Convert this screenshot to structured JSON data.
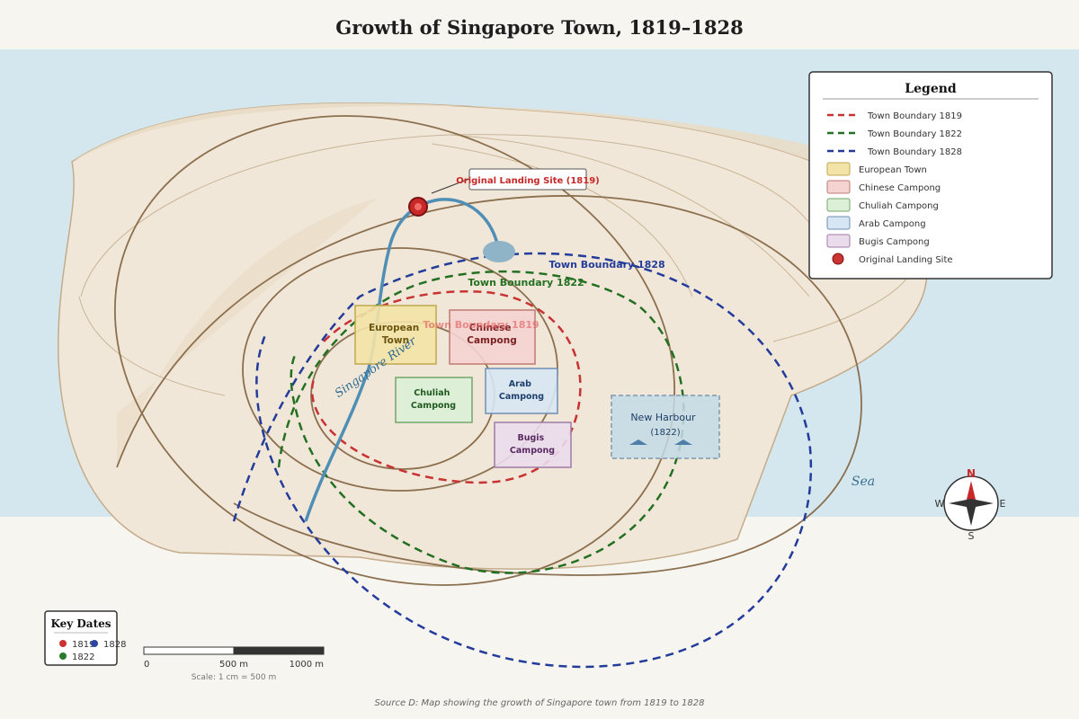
{
  "title": "Growth of Singapore Town, 1819–1828",
  "labels": {
    "landing_site": "Original Landing Site (1819)",
    "boundary_1828": "Town Boundary 1828",
    "boundary_1822": "Town Boundary 1822",
    "boundary_1819": "Town Boundary 1819",
    "river": "Singapore River",
    "sea": "Sea"
  },
  "districts": {
    "european": [
      "European",
      "Town"
    ],
    "chinese": [
      "Chinese",
      "Campong"
    ],
    "chuliah": [
      "Chuliah",
      "Campong"
    ],
    "arab": [
      "Arab",
      "Campong"
    ],
    "bugis": [
      "Bugis",
      "Campong"
    ],
    "harbour": [
      "New Harbour",
      "(1822)"
    ]
  },
  "legend": {
    "title": "Legend",
    "items": [
      {
        "label": "Town Boundary 1819",
        "kind": "line",
        "color": "#c83232"
      },
      {
        "label": "Town Boundary 1822",
        "kind": "line",
        "color": "#237023"
      },
      {
        "label": "Town Boundary 1828",
        "kind": "line",
        "color": "#233c9b"
      },
      {
        "label": "European Town",
        "kind": "box",
        "fill": "#f3e3a6",
        "stroke": "#c0a84e"
      },
      {
        "label": "Chinese Campong",
        "kind": "box",
        "fill": "#f5d3d0",
        "stroke": "#c07a72"
      },
      {
        "label": "Chuliah Campong",
        "kind": "box",
        "fill": "#dcefd7",
        "stroke": "#74a56a"
      },
      {
        "label": "Arab Campong",
        "kind": "box",
        "fill": "#d7e6f3",
        "stroke": "#6f8fb5"
      },
      {
        "label": "Bugis Campong",
        "kind": "box",
        "fill": "#ebdced",
        "stroke": "#a07aa8"
      },
      {
        "label": "Original Landing Site",
        "kind": "dot",
        "color": "#cc3333"
      }
    ]
  },
  "key_dates": {
    "title": "Key Dates",
    "items": [
      {
        "label": "1819",
        "color": "#cc3333"
      },
      {
        "label": "1828",
        "color": "#2a44a0"
      },
      {
        "label": "1822",
        "color": "#2a7a2a"
      }
    ]
  },
  "scale": {
    "ticks": [
      "0",
      "500 m",
      "1000 m"
    ],
    "caption": "Scale: 1 cm = 500 m"
  },
  "compass": {
    "n": "N",
    "s": "S",
    "e": "E",
    "w": "W"
  },
  "colors": {
    "sea": "#d4e7ee",
    "land": "#f1e7d8",
    "land_dark": "#e9dcc7",
    "contour": "#8b6f4e",
    "river": "#4f8fb6"
  },
  "source": "Source D: Map showing the growth of Singapore town from 1819 to 1828"
}
